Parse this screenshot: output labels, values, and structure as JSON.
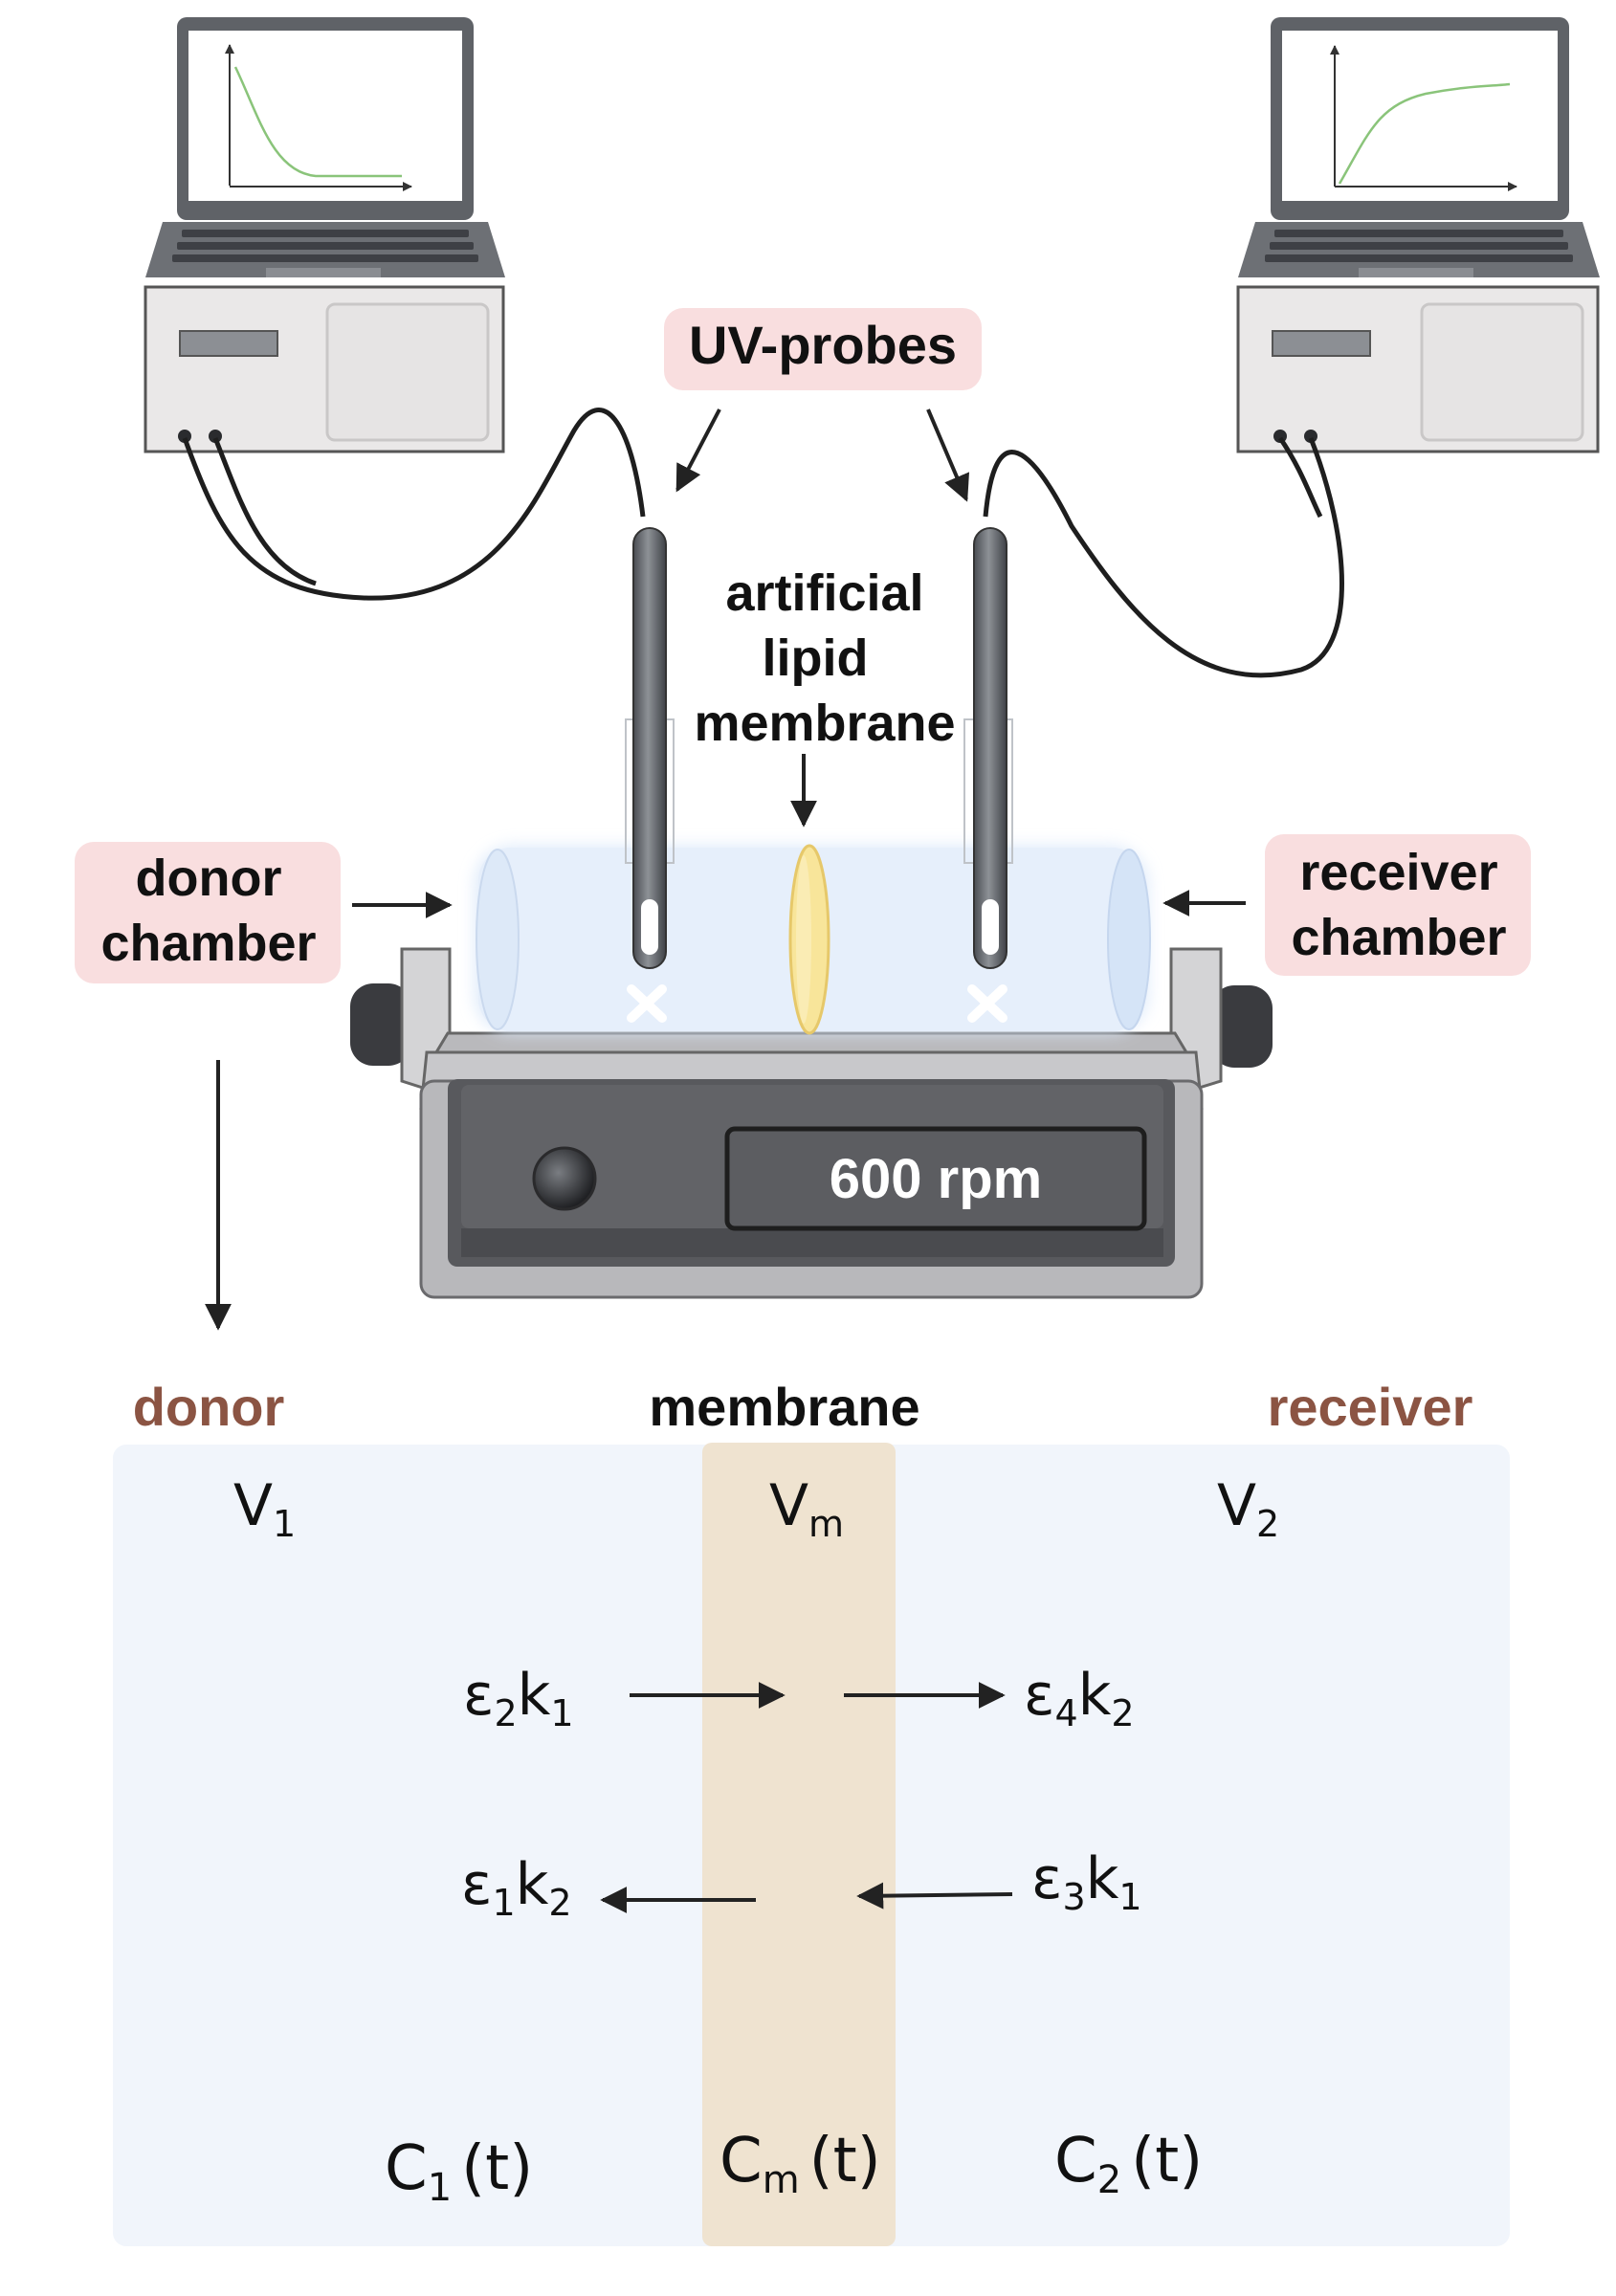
{
  "labels": {
    "uv_probes": "UV-probes",
    "membrane_line1": "artificial",
    "membrane_line2": "lipid",
    "membrane_line3": "membrane",
    "donor_chamber_line1": "donor",
    "donor_chamber_line2": "chamber",
    "receiver_chamber_line1": "receiver",
    "receiver_chamber_line2": "chamber",
    "speed": "600 rpm"
  },
  "model": {
    "donor_header": "donor",
    "membrane_header": "membrane",
    "receiver_header": "receiver",
    "volumes": {
      "v1": {
        "base": "V",
        "sub": "1"
      },
      "vm": {
        "base": "V",
        "sub": "m"
      },
      "v2": {
        "base": "V",
        "sub": "2"
      }
    },
    "rates": {
      "e2k1": {
        "e": "ε",
        "es": "2",
        "k": "k",
        "ks": "1"
      },
      "e4k2": {
        "e": "ε",
        "es": "4",
        "k": "k",
        "ks": "2"
      },
      "e1k2": {
        "e": "ε",
        "es": "1",
        "k": "k",
        "ks": "2"
      },
      "e3k1": {
        "e": "ε",
        "es": "3",
        "k": "k",
        "ks": "1"
      }
    },
    "concentrations": {
      "c1": {
        "base": "C",
        "sub": "1",
        "arg": "(t)"
      },
      "cm": {
        "base": "C",
        "sub": "m",
        "arg": "(t)"
      },
      "c2": {
        "base": "C",
        "sub": "2",
        "arg": "(t)"
      }
    }
  },
  "colors": {
    "label_bg": "#f9dedf",
    "compartment_header": "#8b5443",
    "model_bg": "#f1f5fb",
    "membrane_band": "#efe3d0",
    "lipid_disc": "#f8e59a",
    "chamber": "#e4eefb",
    "curve": "#8ac47a"
  },
  "icons": {
    "computer": "laptop-spectrometer",
    "probe": "uv-probe",
    "stirrer": "magnetic-stirrer"
  }
}
